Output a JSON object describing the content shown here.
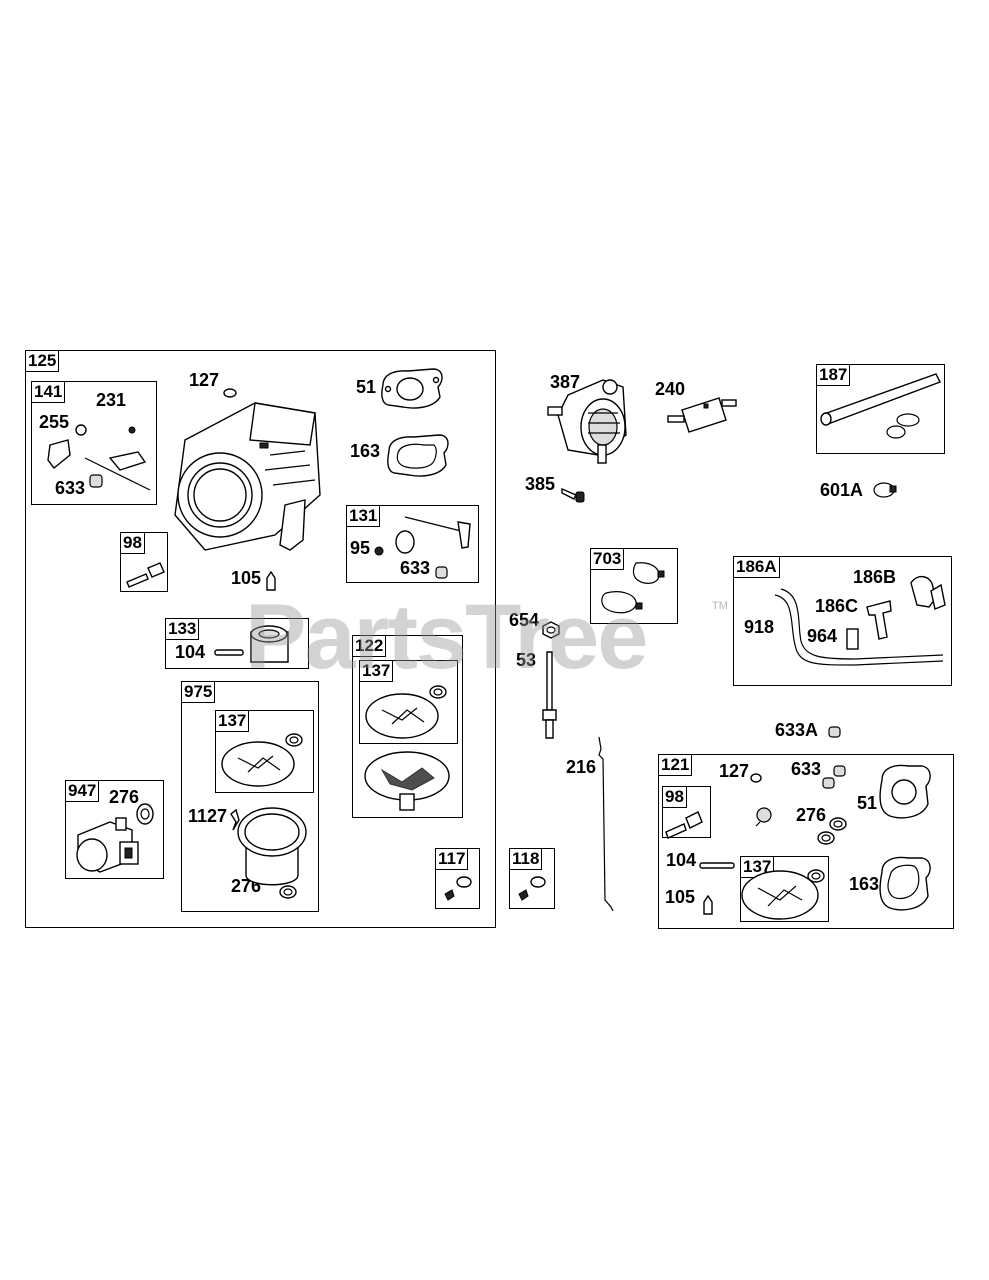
{
  "watermark": {
    "brand": "PartsTree",
    "tm": "TM"
  },
  "groups": {
    "g125": "125",
    "g141": "141",
    "g98": "98",
    "g133": "133",
    "g975": "975",
    "g137a": "137",
    "g122": "122",
    "g137b": "137",
    "g131": "131",
    "g947": "947",
    "g117": "117",
    "g118": "118",
    "g703": "703",
    "g187": "187",
    "g186a": "186A",
    "g121": "121",
    "g98b": "98",
    "g137c": "137"
  },
  "labels": {
    "l127": "127",
    "l51": "51",
    "l163": "163",
    "l231": "231",
    "l255": "255",
    "l633a": "633",
    "l95": "95",
    "l633b": "633",
    "l105": "105",
    "l104": "104",
    "l1127": "1127",
    "l276a": "276",
    "l276b": "276",
    "l387": "387",
    "l240": "240",
    "l385": "385",
    "l601a": "601A",
    "l186b": "186B",
    "l186c": "186C",
    "l918": "918",
    "l964": "964",
    "l654": "654",
    "l53": "53",
    "l633a2": "633A",
    "l216": "216",
    "l127b": "127",
    "l633c": "633",
    "l51b": "51",
    "l276c": "276",
    "l104b": "104",
    "l105b": "105",
    "l163b": "163"
  }
}
